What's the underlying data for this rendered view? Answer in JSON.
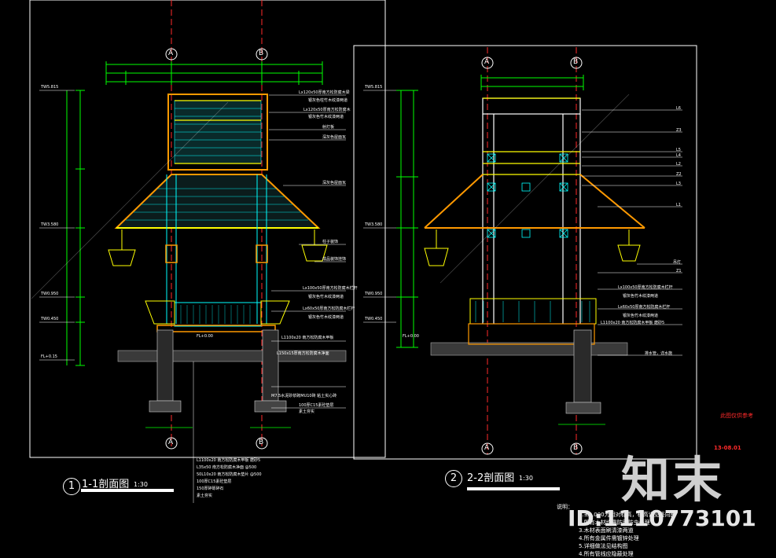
{
  "sections": [
    {
      "id": "1-1",
      "number": "1",
      "title": "1-1剖面图",
      "scale": "1:30"
    },
    {
      "id": "2-2",
      "number": "2",
      "title": "2-2剖面图",
      "scale": "1:30"
    }
  ],
  "axes": {
    "a": "A",
    "b": "B"
  },
  "left_callouts": [
    "Lx120x50厚南方松防腐木梁",
    "银灰色柱竹木纹漆两道",
    "Lx120x50厚南方松防腐木",
    "银灰色竹木纹漆两道",
    "射灯板",
    "深灰色屋面瓦",
    "深灰色屋面瓦",
    "柱子装饰",
    "成品装饰挂饰",
    "Lx100x50厚南方松防腐木栏杆",
    "银灰色竹木纹漆两道",
    "Lx60x50厚南方松防腐木栏杆",
    "银灰色竹木纹漆两道",
    "L1100x20 南方松防腐木甲板",
    "L150x15厚南方松防腐木净面",
    "M7.5水泥砂浆砌MU10砖 粘土实心砖",
    "100厚C15素砼垫层",
    "素土夯实"
  ],
  "left_floor_text": "FL+0.00",
  "left_levels": [
    "TW5.815",
    "TW3.580",
    "TW0.950",
    "TW0.450",
    "FL+0.15"
  ],
  "floor_layers": [
    "L1100x20 南方松防腐木甲板 磨砂5",
    "L35x50 南方松防腐木净面 @500",
    "50L10x20 南方松防腐木垫片 @500",
    "100厚C15素砼垫层",
    "150厚碎砾碎石",
    "素土夯实"
  ],
  "right_callouts": [
    "L6",
    "Z3",
    "L5",
    "L4",
    "L2",
    "Z2",
    "L3",
    "L1",
    "吊灯",
    "Z1"
  ],
  "right_callouts2": [
    "Lx100x50厚南方松防腐木栏杆",
    "银灰色竹木纹漆两道",
    "Lx60x50厚南方松防腐木栏杆",
    "银灰色竹木纹漆两道",
    "L1100x20 南方松防腐木甲板 磨砂5"
  ],
  "right_levels": [
    "TW5.815",
    "TW3.580",
    "TW0.950",
    "TW0.450"
  ],
  "right_fl": "FL+0.00",
  "right_water": "排水管，详水施",
  "red_note": "此图仅供参考",
  "red_code": "13-08.01",
  "notes": {
    "heading": "说明：",
    "lines": [
      "1.±0.000为相对标高，标高详见竖向图",
      "2.所有木材均需防腐防虫处理",
      "3.木材表面刷清漆两道",
      "4.所有金属件需镀锌处理",
      "5.详细做法见结构图",
      "4.所有管线应隐蔽处理"
    ]
  },
  "watermark": {
    "brand": "知末",
    "id": "ID:1110773101"
  },
  "colors": {
    "frame": "#ffffff",
    "cyan": "#00ffff",
    "green": "#00ff00",
    "yellow": "#ffff00",
    "orange": "#ff9900",
    "red": "#ff0000",
    "magenta": "#ff00ff"
  }
}
